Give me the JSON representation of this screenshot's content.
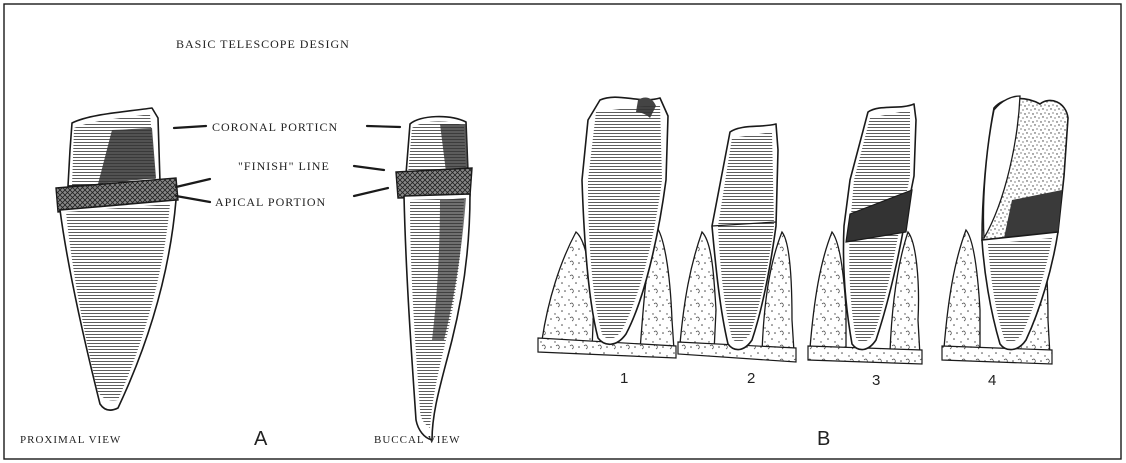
{
  "figure": {
    "title": "BASIC TELESCOPE DESIGN",
    "panel_a": {
      "letter": "A",
      "labels": {
        "coronal": "CORONAL PORTICN",
        "finish": "\"FINISH\" LINE",
        "apical": "APICAL PORTION"
      },
      "views": {
        "proximal": "PROXIMAL VIEW",
        "buccal": "BUCCAL VIEW"
      }
    },
    "panel_b": {
      "letter": "B",
      "steps": [
        "1",
        "2",
        "3",
        "4"
      ]
    }
  }
}
